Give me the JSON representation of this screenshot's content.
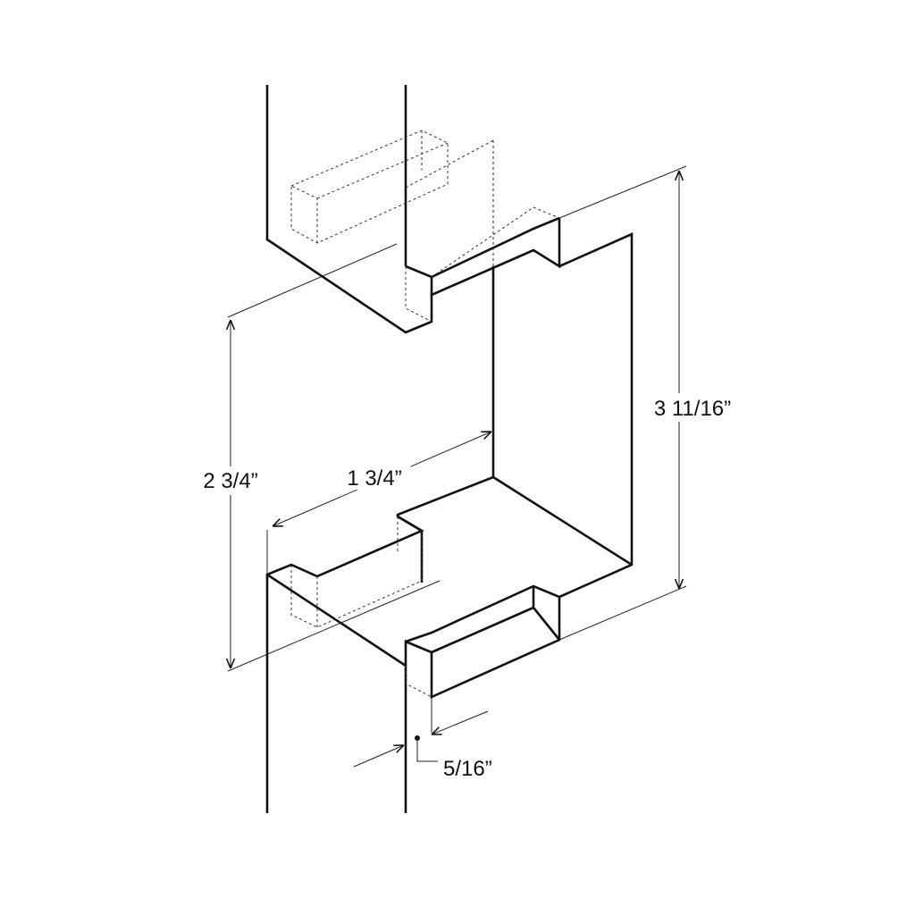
{
  "dimensions": {
    "opening_height": "2 3/4”",
    "opening_depth": "1 3/4”",
    "overall_height": "3 11/16”",
    "lip_offset": "5/16”"
  },
  "colors": {
    "line": "#111111",
    "background": "#ffffff"
  }
}
